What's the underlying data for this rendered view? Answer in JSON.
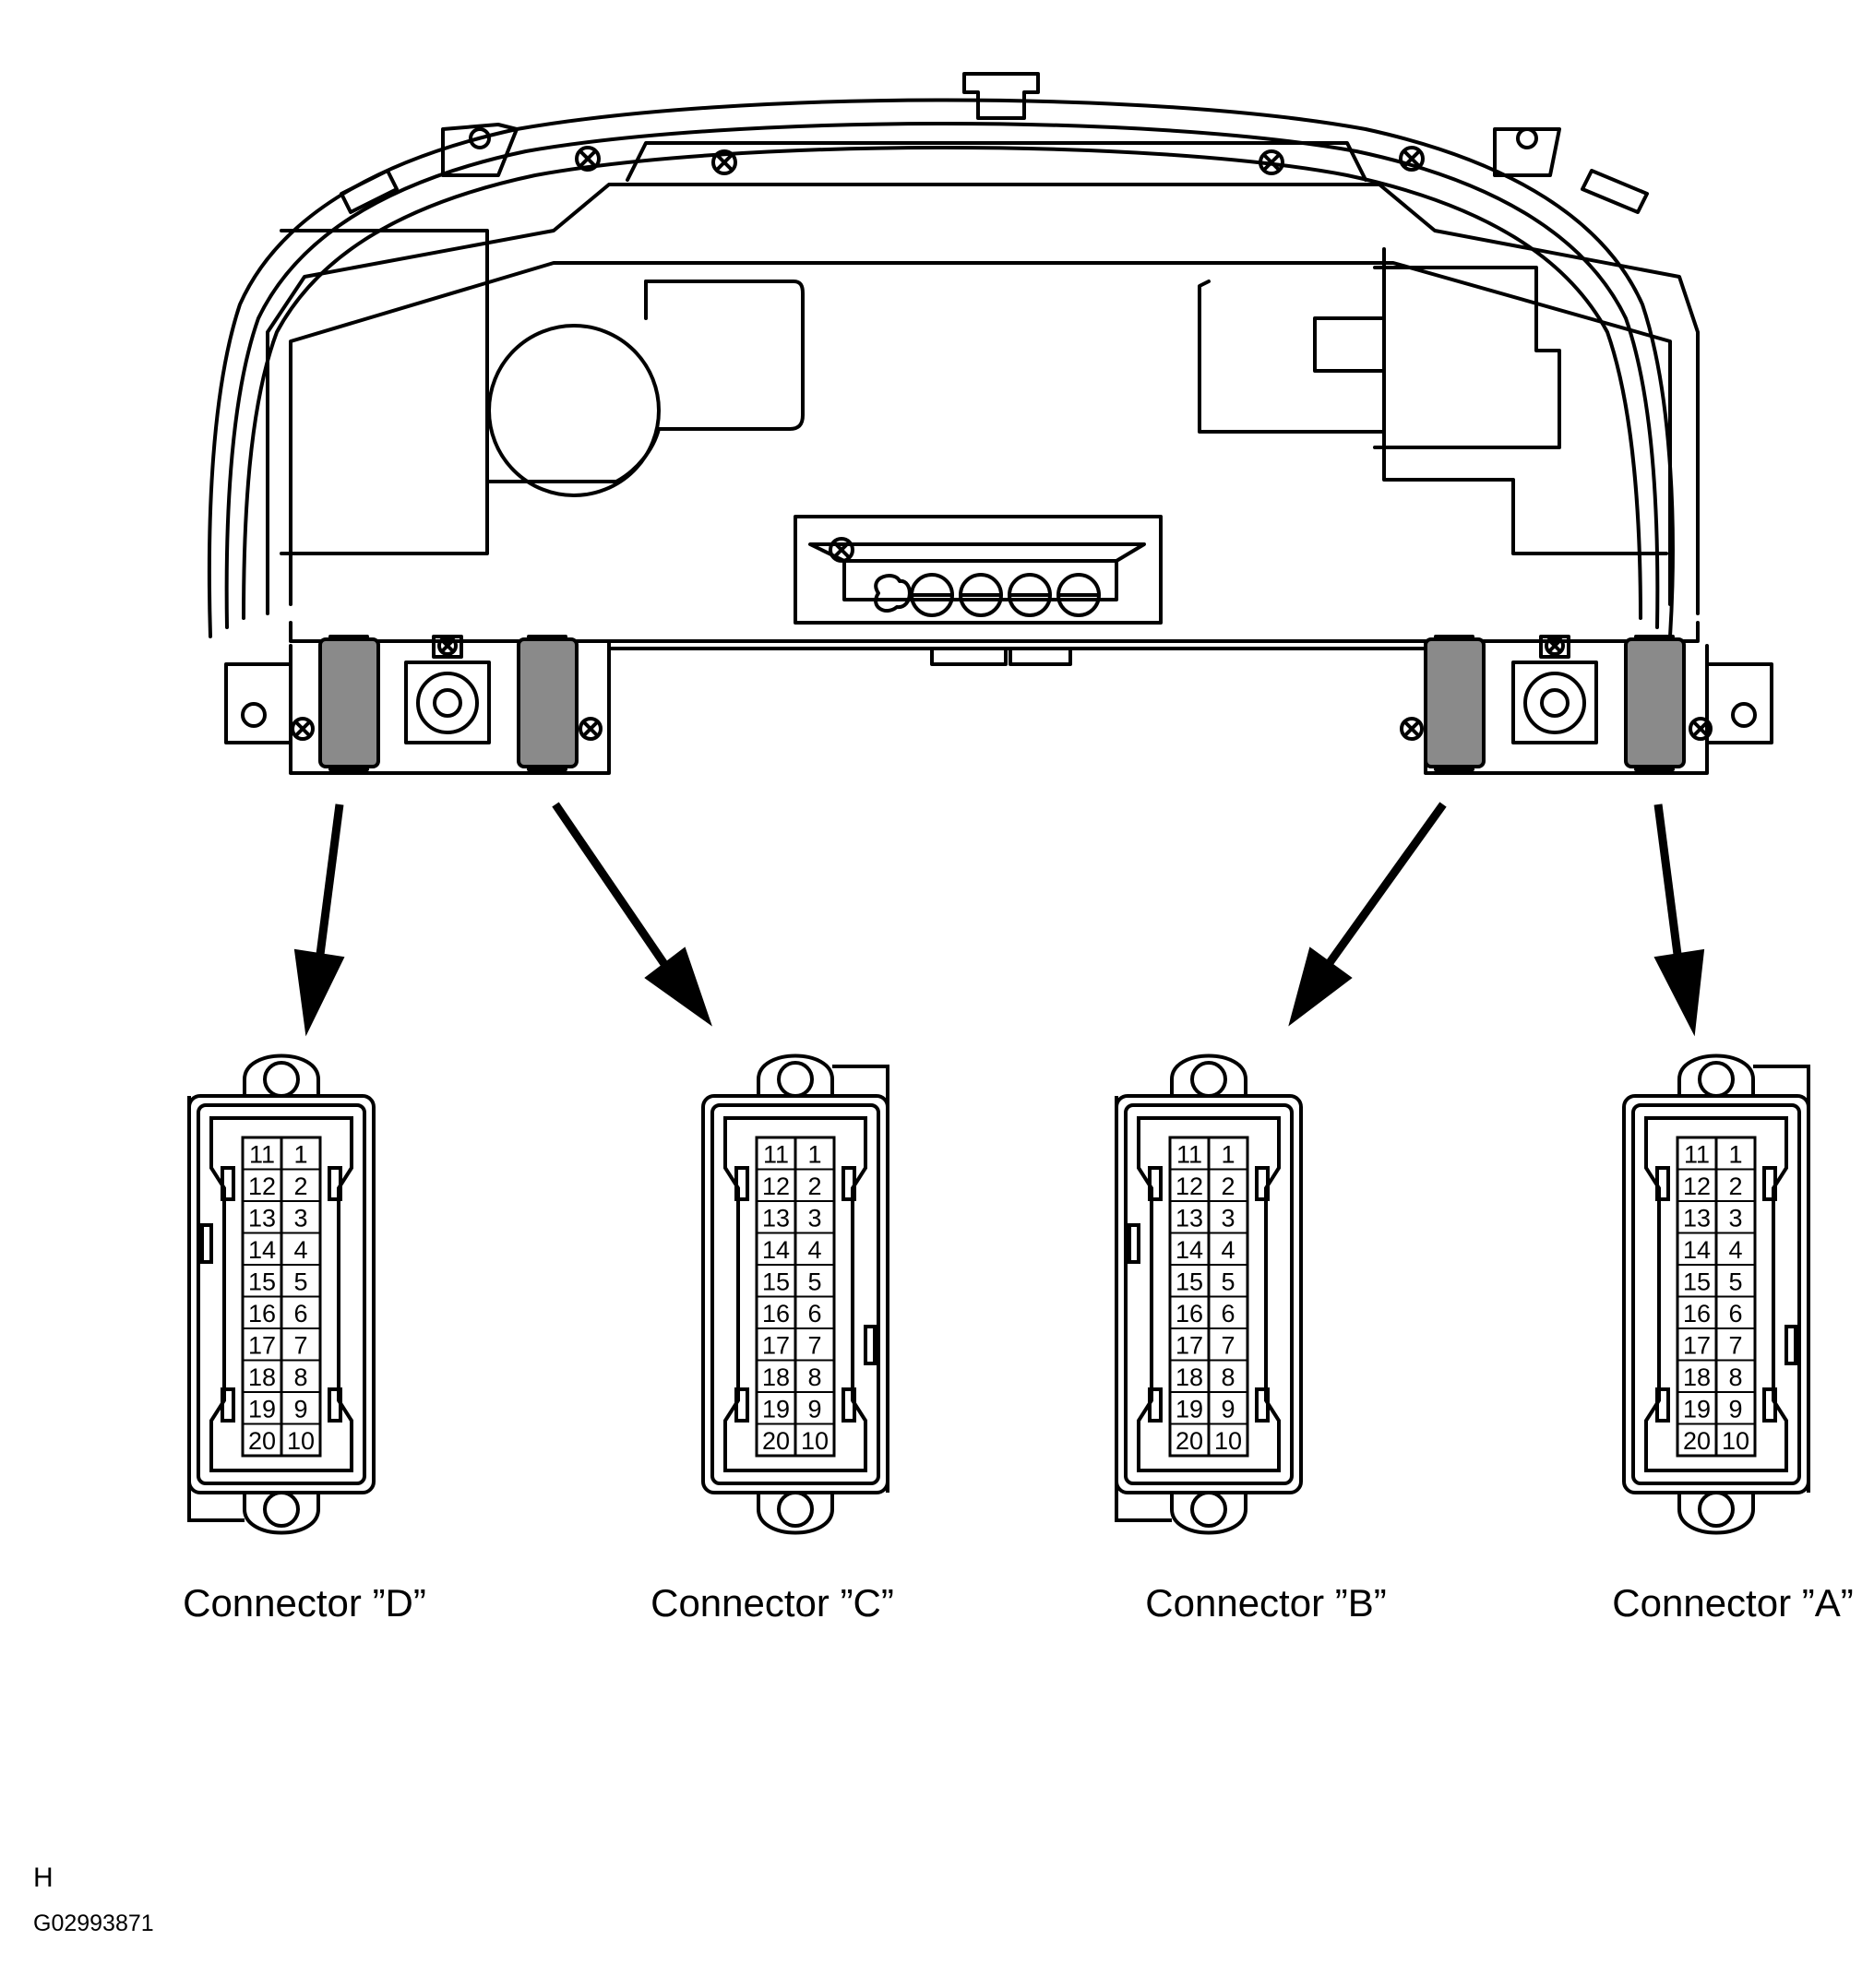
{
  "connectors": [
    {
      "id": "D",
      "label": "Connector ”D”",
      "pins_left": [
        "11",
        "12",
        "13",
        "14",
        "15",
        "16",
        "17",
        "18",
        "19",
        "20"
      ],
      "pins_right": [
        "1",
        "2",
        "3",
        "4",
        "5",
        "6",
        "7",
        "8",
        "9",
        "10"
      ]
    },
    {
      "id": "C",
      "label": "Connector ”C”",
      "pins_left": [
        "11",
        "12",
        "13",
        "14",
        "15",
        "16",
        "17",
        "18",
        "19",
        "20"
      ],
      "pins_right": [
        "1",
        "2",
        "3",
        "4",
        "5",
        "6",
        "7",
        "8",
        "9",
        "10"
      ]
    },
    {
      "id": "B",
      "label": "Connector ”B”",
      "pins_left": [
        "11",
        "12",
        "13",
        "14",
        "15",
        "16",
        "17",
        "18",
        "19",
        "20"
      ],
      "pins_right": [
        "1",
        "2",
        "3",
        "4",
        "5",
        "6",
        "7",
        "8",
        "9",
        "10"
      ]
    },
    {
      "id": "A",
      "label": "Connector ”A”",
      "pins_left": [
        "11",
        "12",
        "13",
        "14",
        "15",
        "16",
        "17",
        "18",
        "19",
        "20"
      ],
      "pins_right": [
        "1",
        "2",
        "3",
        "4",
        "5",
        "6",
        "7",
        "8",
        "9",
        "10"
      ]
    }
  ],
  "footer": {
    "letter": "H",
    "code": "G02993871"
  }
}
